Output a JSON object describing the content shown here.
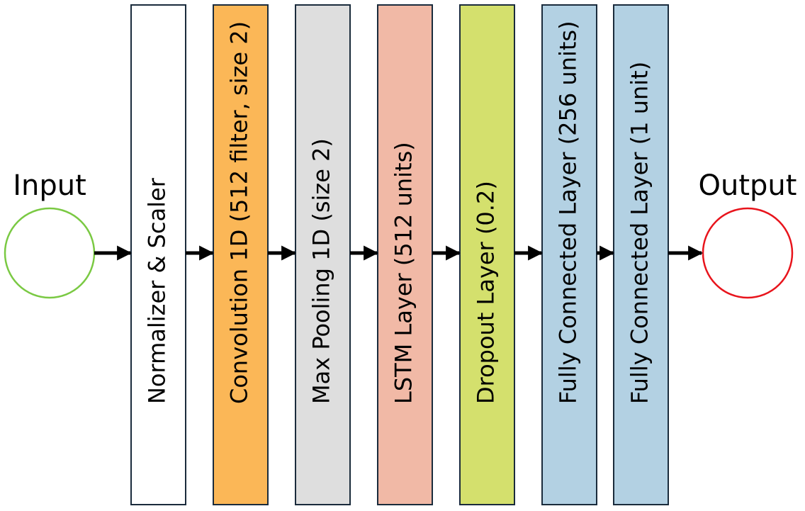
{
  "input": {
    "label": "Input",
    "stroke": "#7ac943"
  },
  "output": {
    "label": "Output",
    "stroke": "#e8141c"
  },
  "layers": [
    {
      "id": "normalizer",
      "label": "Normalizer & Scaler",
      "fill": "#ffffff"
    },
    {
      "id": "conv1d",
      "label": "Convolution 1D (512 filter, size 2)",
      "fill": "#fbb757"
    },
    {
      "id": "maxpool1d",
      "label": "Max Pooling 1D (size 2)",
      "fill": "#dedede"
    },
    {
      "id": "lstm",
      "label": "LSTM Layer (512 units)",
      "fill": "#f1b9a6"
    },
    {
      "id": "dropout",
      "label": "Dropout Layer (0.2)",
      "fill": "#d4e06d"
    },
    {
      "id": "fc256",
      "label": "Fully Connected Layer (256 units)",
      "fill": "#b3d1e3"
    },
    {
      "id": "fc1",
      "label": "Fully Connected Layer (1 unit)",
      "fill": "#b3d1e3"
    }
  ],
  "arrow_color": "#000000",
  "layer_stroke": "#1a2b3c"
}
